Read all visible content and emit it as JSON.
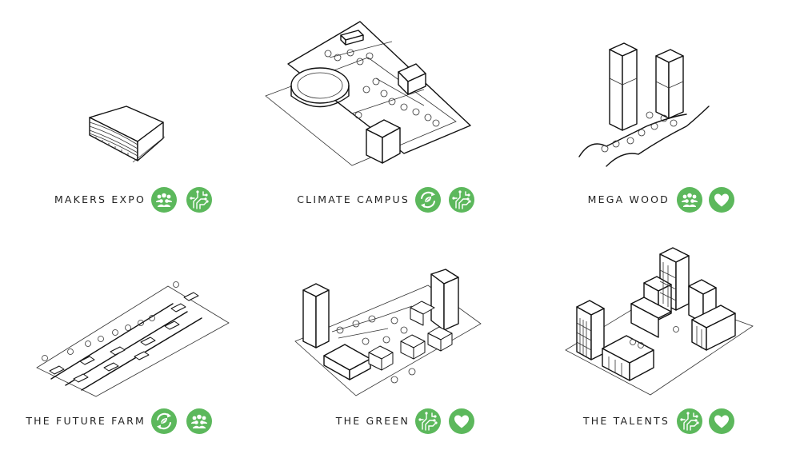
{
  "accent_color": "#5cb85c",
  "concepts": [
    {
      "label": "MAKERS EXPO",
      "icons": [
        "community-icon",
        "circuit-icon"
      ]
    },
    {
      "label": "CLIMATE CAMPUS",
      "icons": [
        "recycle-leaf-icon",
        "circuit-icon"
      ]
    },
    {
      "label": "MEGA WOOD",
      "icons": [
        "community-icon",
        "heart-icon"
      ]
    },
    {
      "label": "THE FUTURE FARM",
      "icons": [
        "recycle-leaf-icon",
        "community-icon"
      ]
    },
    {
      "label": "THE GREEN",
      "icons": [
        "circuit-icon",
        "heart-icon"
      ]
    },
    {
      "label": "THE TALENTS",
      "icons": [
        "circuit-icon",
        "heart-icon"
      ]
    }
  ]
}
